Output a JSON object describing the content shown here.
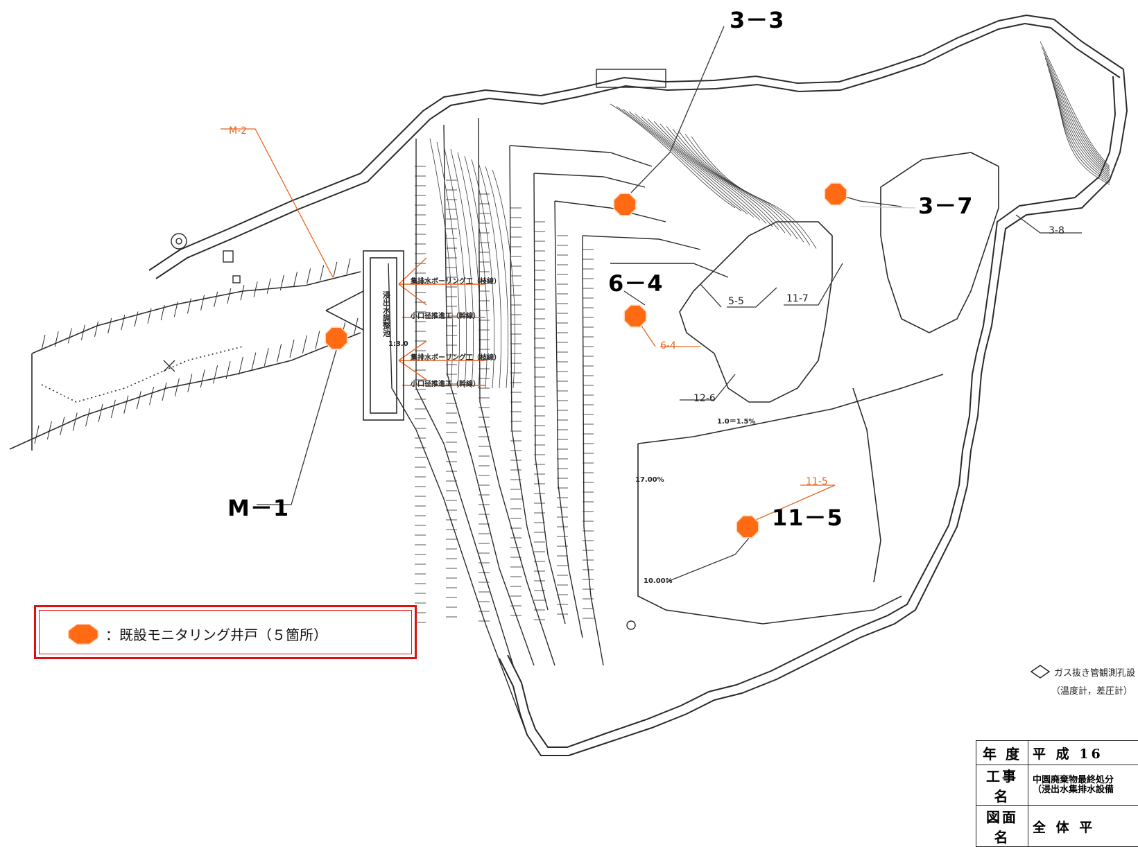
{
  "map": {
    "well_labels": {
      "w33": "3－3",
      "w37": "3－7",
      "w64": "6－4",
      "m1": "M－1",
      "w115": "11－5"
    },
    "section_labels": {
      "m2": "M-2",
      "s38": "3-8",
      "s55": "5-5",
      "s117": "11-7",
      "s64": "6-4",
      "s126": "12-6",
      "s115": "11-5"
    },
    "annotations": {
      "boring1": "集排水ボーリング工（枝線）",
      "drain1": "小口径推進工（幹線）",
      "boring2": "集排水ボーリング工（枝線）",
      "drain2": "小口径推進工（幹線）",
      "vertical_facility": "浸出水調整池",
      "slope": "1:3.0",
      "grade1": "1.0＝1.5%",
      "grade2": "17.00%",
      "grade3": "10.00%"
    },
    "colors": {
      "well_marker": "#ff6a13",
      "legend_border": "#e01010",
      "leader_orange": "#e8651f",
      "linework": "#2a2a2a"
    }
  },
  "legend": {
    "marker_icon": "orange-octagon-icon",
    "text": "：既設モニタリング井戸（５箇所）"
  },
  "gas_note": {
    "icon": "diamond-icon",
    "line1": "ガス抜き管観測孔設",
    "line2": "（温度計，差圧計）"
  },
  "title_block": {
    "row1_key": "年 度",
    "row1_val": "平 成 16",
    "row2_key": "工事名",
    "row2_val_a": "中園廃棄物最終処分",
    "row2_val_b": "（浸出水集排水設備",
    "row3_key": "図面名",
    "row3_val": "全 体 平"
  }
}
